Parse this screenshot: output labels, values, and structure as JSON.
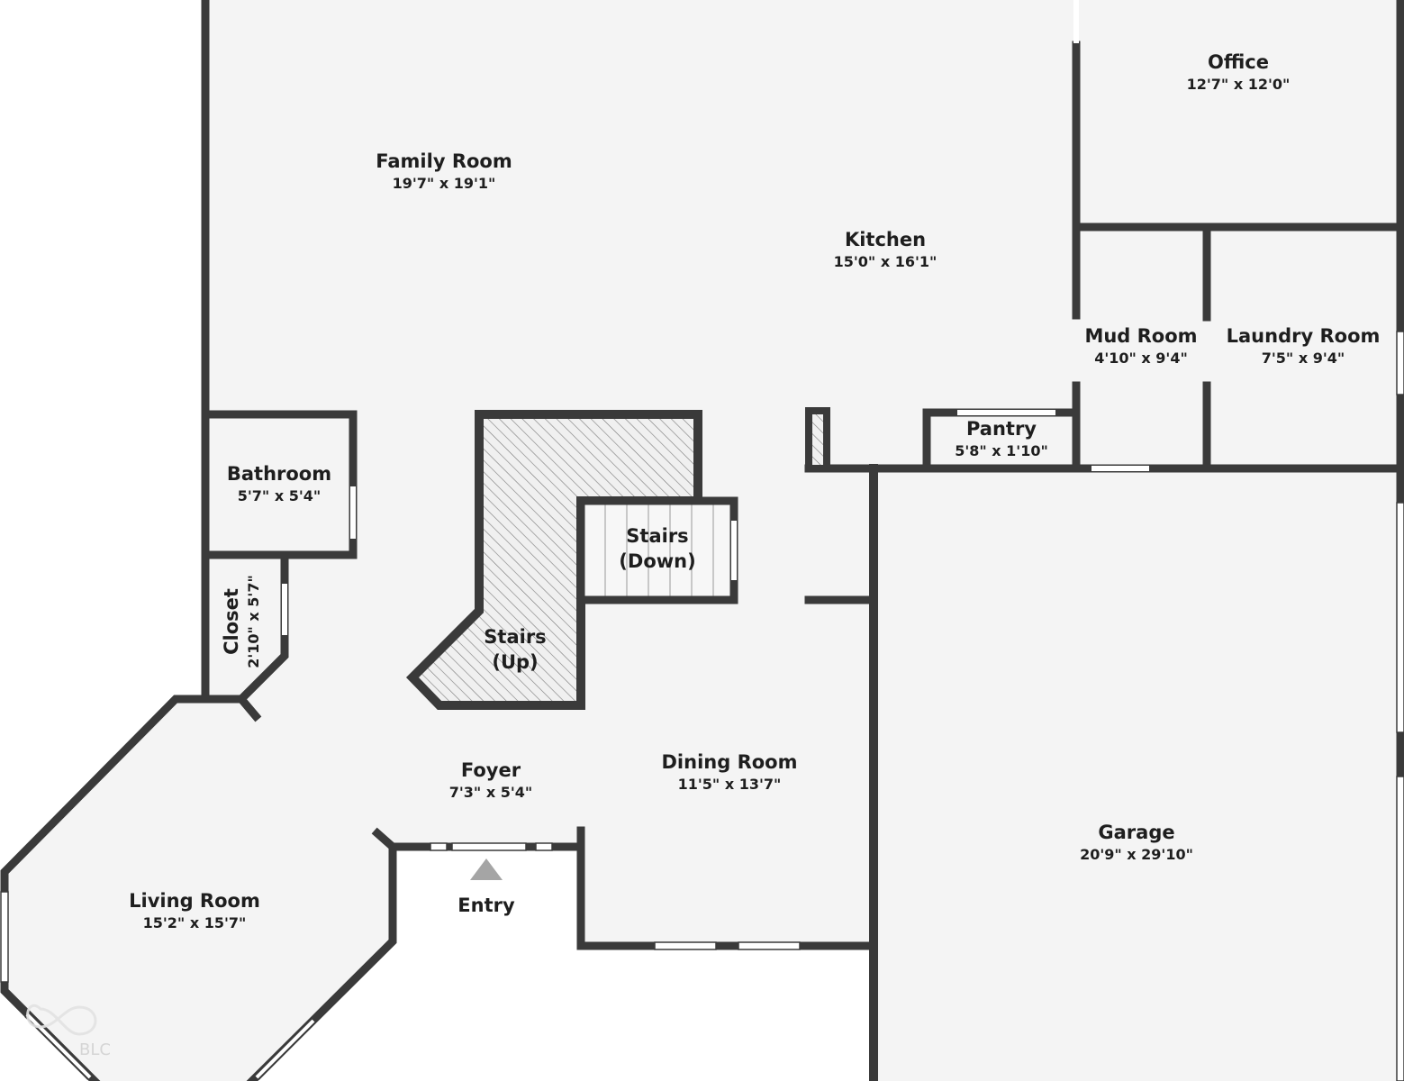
{
  "rooms": {
    "family_room": {
      "name": "Family Room",
      "dim": "19'7\" x 19'1\""
    },
    "office": {
      "name": "Office",
      "dim": "12'7\" x 12'0\""
    },
    "kitchen": {
      "name": "Kitchen",
      "dim": "15'0\" x 16'1\""
    },
    "mud_room": {
      "name": "Mud Room",
      "dim": "4'10\" x 9'4\""
    },
    "laundry_room": {
      "name": "Laundry Room",
      "dim": "7'5\" x 9'4\""
    },
    "bathroom": {
      "name": "Bathroom",
      "dim": "5'7\" x 5'4\""
    },
    "pantry": {
      "name": "Pantry",
      "dim": "5'8\" x 1'10\""
    },
    "stairs_down": {
      "name_line1": "Stairs",
      "name_line2": "(Down)"
    },
    "stairs_up": {
      "name_line1": "Stairs",
      "name_line2": "(Up)"
    },
    "closet": {
      "name": "Closet",
      "dim": "2'10\" x 5'7\""
    },
    "foyer": {
      "name": "Foyer",
      "dim": "7'3\" x 5'4\""
    },
    "dining_room": {
      "name": "Dining Room",
      "dim": "11'5\" x 13'7\""
    },
    "garage": {
      "name": "Garage",
      "dim": "20'9\" x 29'10\""
    },
    "living_room": {
      "name": "Living Room",
      "dim": "15'2\" x 15'7\""
    }
  },
  "entry": {
    "label": "Entry"
  },
  "watermark": {
    "text": "BLC"
  },
  "colors": {
    "wall": "#3a3a3a",
    "floor": "#f4f4f4",
    "background": "#ffffff",
    "arrow": "#a5a5a5"
  }
}
